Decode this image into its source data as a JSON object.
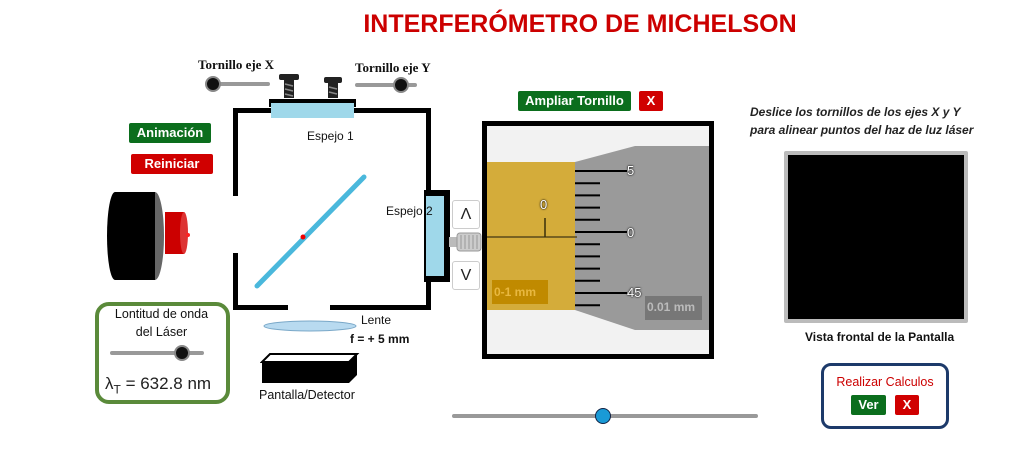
{
  "title": "INTERFERÓMETRO DE MICHELSON",
  "screws": {
    "x_label": "Tornillo eje X",
    "y_label": "Tornillo eje Y",
    "x_value": 0,
    "y_value": 1
  },
  "controls": {
    "animation_label": "Animación",
    "reset_label": "Reiniciar"
  },
  "optics": {
    "mirror1_label": "Espejo 1",
    "mirror2_label": "Espejo 2",
    "lens_label": "Lente",
    "lens_focal": "f = + 5 mm",
    "detector_label": "Pantalla/Detector",
    "up_arrow": "Λ",
    "down_arrow": "V"
  },
  "wavelength": {
    "title_line1": "Lontitud de onda",
    "title_line2": "del Láser",
    "symbol": "λ",
    "subscript": "T",
    "value_text": " = 632.8 nm",
    "slider_fraction": 0.78
  },
  "micrometer": {
    "zoom_button": "Ampliar Tornillo",
    "close_button": "X",
    "main_scale_zero": "0",
    "main_unit": "0-1 mm",
    "thimble_labels": [
      "5",
      "0",
      "45"
    ],
    "thimble_unit": "0.01 mm",
    "colors": {
      "sleeve": "#d4ac3a",
      "thimble": "#9a9a9a"
    }
  },
  "bottom_slider": {
    "fraction": 0.5
  },
  "instructions": {
    "line1": "Deslice los tornillos de los ejes X y Y",
    "line2": "para alinear puntos del haz de luz láser"
  },
  "screen": {
    "caption": "Vista frontal de la Pantalla"
  },
  "calculations": {
    "title": "Realizar Calculos",
    "view_button": "Ver",
    "close_button": "X"
  }
}
